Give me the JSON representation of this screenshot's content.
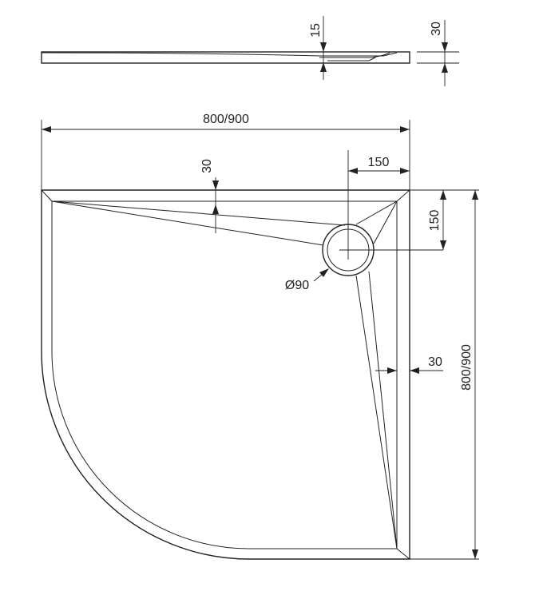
{
  "drawing": {
    "side_view": {
      "drain_depth_label": "15",
      "height_label": "30"
    },
    "plan_view": {
      "width_label": "800/900",
      "depth_label": "800/900",
      "drain_offset_x_label": "150",
      "drain_offset_y_label": "150",
      "rim_top_label": "30",
      "rim_side_label": "30",
      "drain_diameter_label": "Ø90"
    }
  }
}
